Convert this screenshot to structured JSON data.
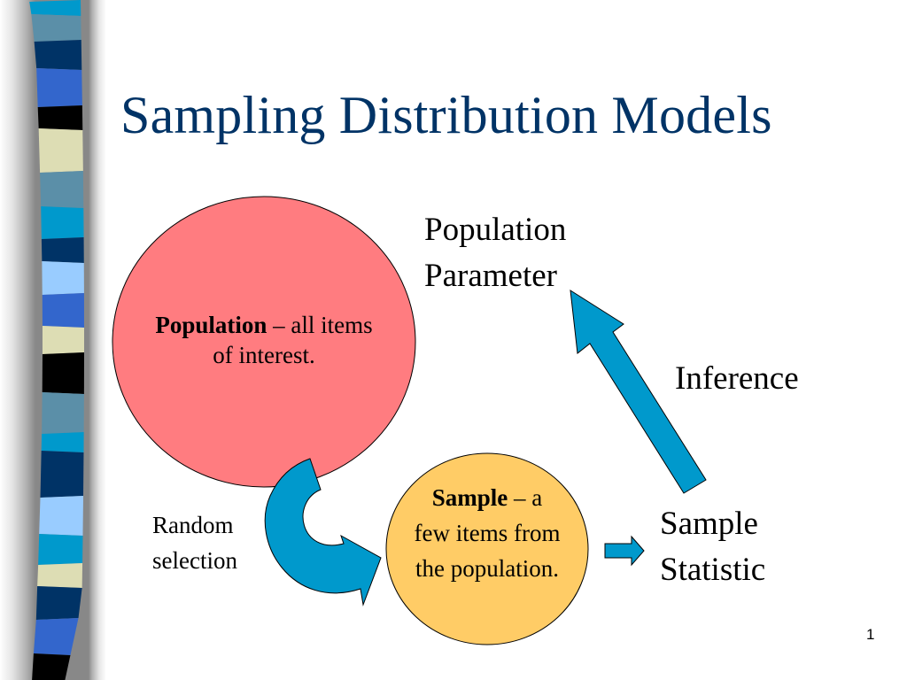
{
  "slide": {
    "title": "Sampling Distribution Models",
    "page_number": "1"
  },
  "diagram": {
    "population": {
      "bold_label": "Population",
      "rest_line1": " – all items",
      "line2": "of interest.",
      "fill_color": "#FF7C80"
    },
    "sample": {
      "bold_label": "Sample",
      "rest_line1": " – a",
      "line2": "few items from",
      "line3": "the population.",
      "fill_color": "#FFCC66"
    },
    "random_selection": {
      "line1": "Random",
      "line2": "selection"
    },
    "population_parameter": {
      "line1": "Population",
      "line2": "Parameter"
    },
    "inference_label": "Inference",
    "sample_statistic": {
      "line1": "Sample",
      "line2": "Statistic"
    },
    "arrow_color": "#0099CC"
  },
  "decor": {
    "title_color": "#003366",
    "stripe_colors": [
      "#0099CC",
      "#5B8FA8",
      "#003366",
      "#3366CC",
      "#000000",
      "#DDDDB4",
      "#5B8FA8",
      "#0099CC",
      "#003366",
      "#99CCFF",
      "#3366CC",
      "#DDDDB4",
      "#000000",
      "#5B8FA8",
      "#0099CC",
      "#003366",
      "#99CCFF",
      "#0099CC",
      "#DDDDB4",
      "#003366",
      "#3366CC",
      "#000000"
    ]
  }
}
